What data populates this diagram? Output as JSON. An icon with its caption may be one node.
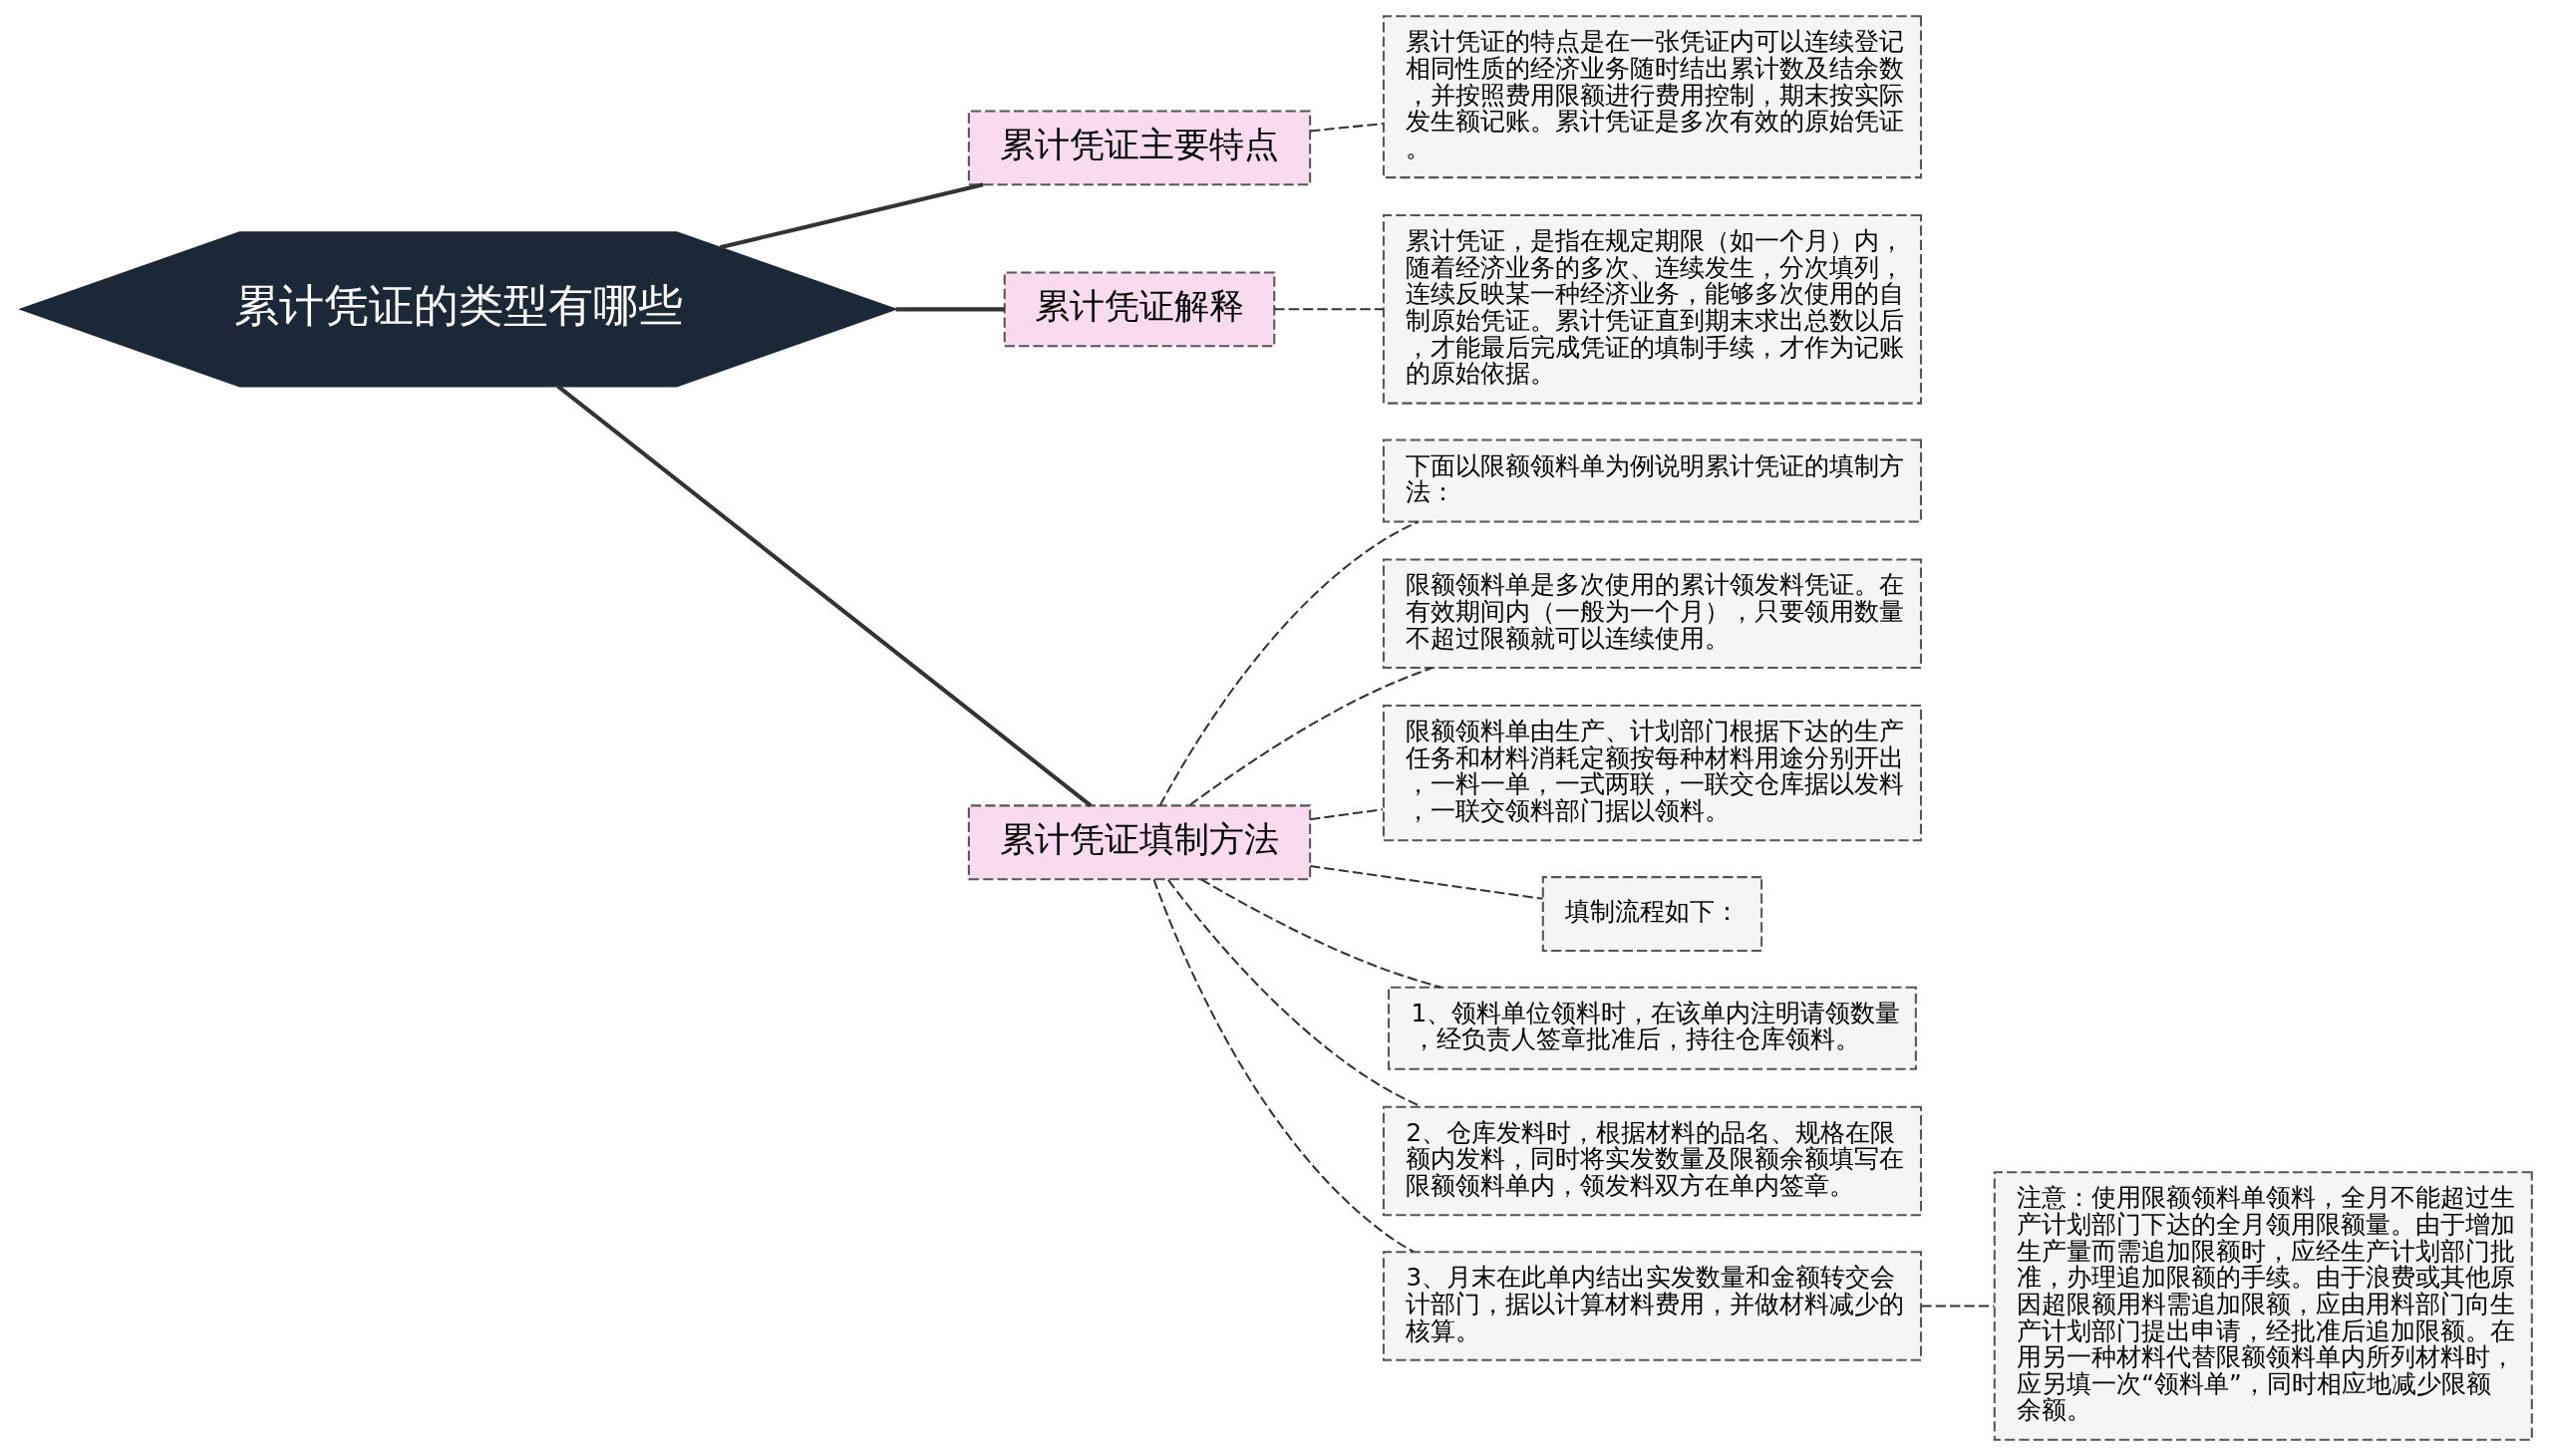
{
  "diagram": {
    "nodes": [
      {
        "text": [
          "累计凭证的类型有哪些"
        ]
      },
      {
        "text": [
          "累计凭证主要特点"
        ]
      },
      {
        "text": [
          "累计凭证的特点是在一张凭证内可以连续登记相同性质的经济业务随时结出累计数及结余数，并按照费用限额进行费用控制，期末按实际发生额记账。累计凭证是多次有效的原始凭证。"
        ]
      },
      {
        "text": [
          "累计凭证解释"
        ]
      },
      {
        "text": [
          "累计凭证，是指在规定期限（如一个月）内，随着经济业务的多次、连续发生，分次填列，连续反映某一种经济业务，能够多次使用的自制原始凭证。累计凭证直到期末求出总数以后，才能最后完成凭证的填制手续，才作为记账的原始依据。"
        ]
      },
      {
        "text": [
          "累计凭证填制方法"
        ]
      },
      {
        "text": [
          "下面以限额领料单为例说明累计凭证的填制方法："
        ]
      },
      {
        "text": [
          "限额领料单是多次使用的累计领发料凭证。在有效期间内（一般为一个月），只要领用数量不超过限额就可以连续使用。"
        ]
      },
      {
        "text": [
          "限额领料单由生产、计划部门根据下达的生产任务和材料消耗定额按每种材料用途分别开出，一料一单，一式两联，一联交仓库据以发料，一联交领料部门据以领料。"
        ]
      },
      {
        "text": [
          "填制流程如下："
        ]
      },
      {
        "text": [
          "1、领料单位领料时，在该单内注明请领数量，经负责人签章批准后，持往仓库领料。"
        ]
      },
      {
        "text": [
          "2、仓库发料时，根据材料的品名、规格在限额内发料，同时将实发数量及限额余额填写在限额领料单内，领发料双方在单内签章。"
        ]
      },
      {
        "text": [
          "3、月末在此单内结出实发数量和金额转交会计部门，据以计算材料费用，并做材料减少的核算。"
        ]
      },
      {
        "text": [
          "注意：使用限额领料单领料，全月不能超过生产计划部门下达的全月领用限额量。由于增加生产量而需追加限额时，应经生产计划部门批准，办理追加限额的手续。由于浪费或其他原因超限额用料需追加限额，应由用料部门向生产计划部门提出申请，经批准后追加限额。在用另一种材料代替限额领料单内所列材料时，应另填一次“领料单”，同时相应地减少限额余额。"
        ]
      }
    ],
    "edges": [
      {
        "from": 0,
        "to": 1,
        "arrow": "none"
      },
      {
        "from": 1,
        "to": 2,
        "arrow": "none",
        "style": "dashed"
      },
      {
        "from": 0,
        "to": 3,
        "arrow": "none"
      },
      {
        "from": 3,
        "to": 4,
        "arrow": "none",
        "style": "dashed"
      },
      {
        "from": 0,
        "to": 5,
        "arrow": "none"
      },
      {
        "from": 5,
        "to": 6,
        "arrow": "none",
        "style": "dashed"
      },
      {
        "from": 5,
        "to": 7,
        "arrow": "none",
        "style": "dashed"
      },
      {
        "from": 5,
        "to": 8,
        "arrow": "none",
        "style": "dashed"
      },
      {
        "from": 5,
        "to": 9,
        "arrow": "none",
        "style": "dashed"
      },
      {
        "from": 5,
        "to": 10,
        "arrow": "none",
        "style": "dashed"
      },
      {
        "from": 5,
        "to": 11,
        "arrow": "none",
        "style": "dashed"
      },
      {
        "from": 5,
        "to": 12,
        "arrow": "none",
        "style": "dashed"
      },
      {
        "from": 12,
        "to": 13,
        "arrow": "none",
        "style": "dashed"
      }
    ]
  }
}
